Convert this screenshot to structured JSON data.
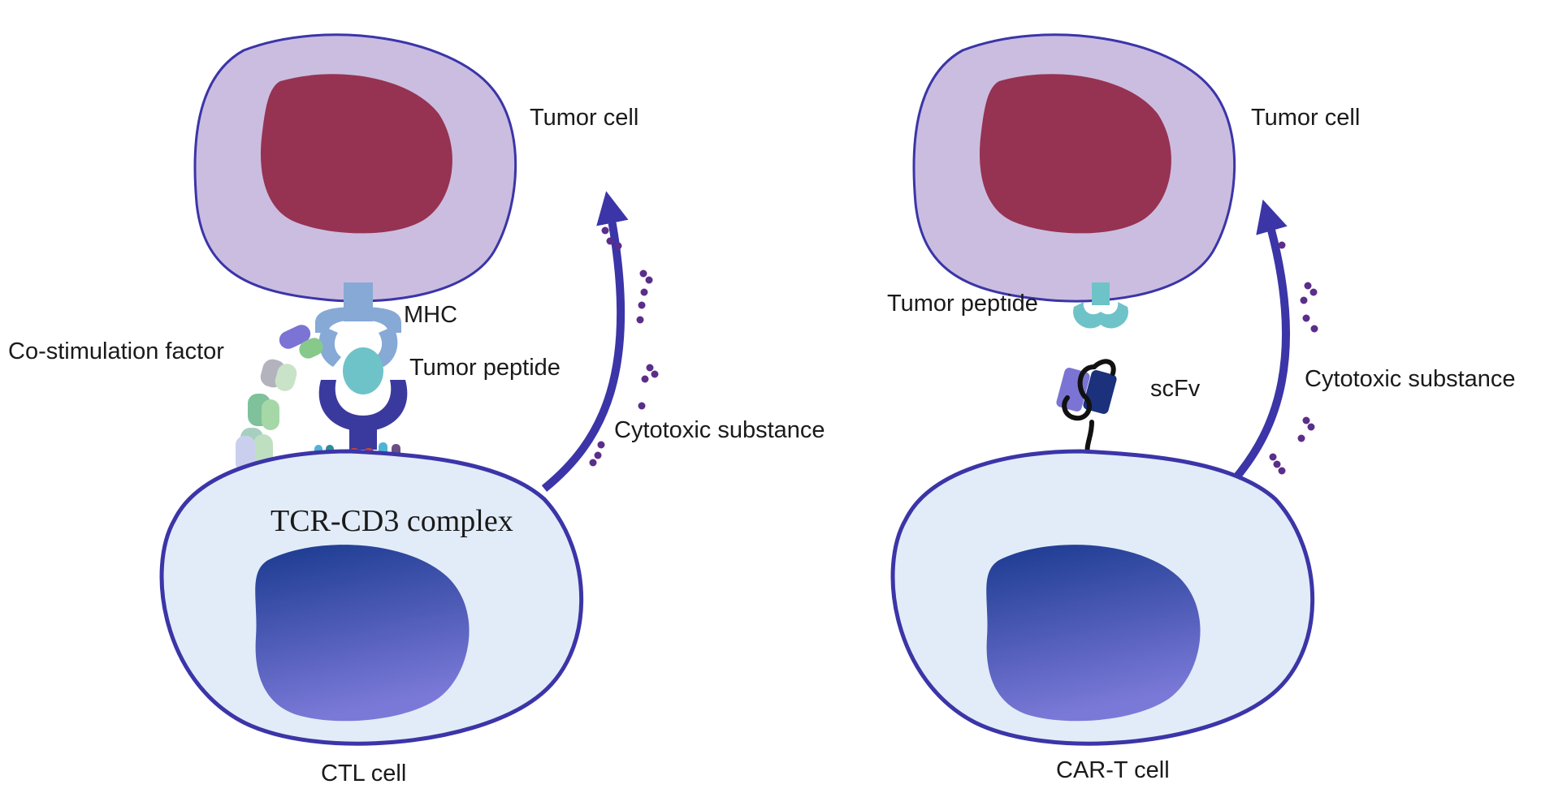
{
  "left_panel": {
    "tumor_cell_label": "Tumor cell",
    "mhc_label": "MHC",
    "tumor_peptide_label": "Tumor peptide",
    "costim_label": "Co-stimulation factor",
    "tcr_label": "TCR-CD3 complex",
    "cytotoxic_label": "Cytotoxic substance",
    "t_cell_label": "CTL cell"
  },
  "right_panel": {
    "tumor_cell_label": "Tumor cell",
    "tumor_peptide_label": "Tumor peptide",
    "scfv_label": "scFv",
    "cytotoxic_label": "Cytotoxic substance",
    "t_cell_label": "CAR-T cell"
  },
  "colors": {
    "tumor_cytoplasm": "#cbbde0",
    "tumor_nucleus": "#963352",
    "cell_outline": "#3b35a8",
    "tcell_cytoplasm": "#e2ecf8",
    "tcell_nucleus_top": "#1a3a8f",
    "tcell_nucleus_bottom": "#7b79d8",
    "mhc": "#86a9d6",
    "peptide": "#6ec3c8",
    "tcr": "#3a3a9e",
    "dots": "#5a2e8a"
  }
}
